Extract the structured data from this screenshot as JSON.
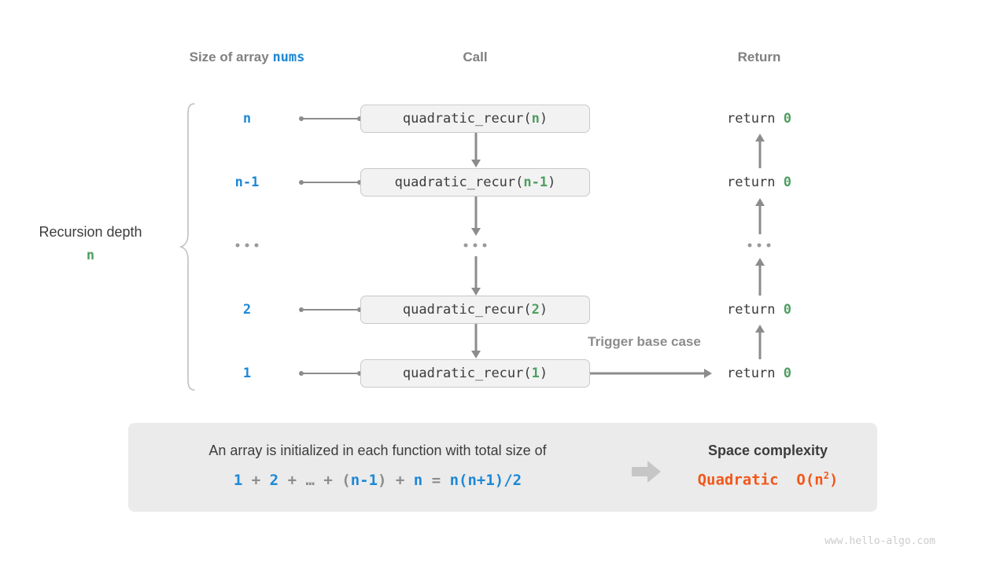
{
  "columns": {
    "size_prefix": "Size of array ",
    "size_var": "nums",
    "call": "Call",
    "return": "Return"
  },
  "depth": {
    "title": "Recursion depth",
    "value": "n"
  },
  "rows": [
    {
      "size": "n",
      "call_name": "quadratic_recur(",
      "call_arg": "n",
      "call_close": ")",
      "return_prefix": "return ",
      "return_value": "0"
    },
    {
      "size": "n-1",
      "call_name": "quadratic_recur(",
      "call_arg": "n-1",
      "call_close": ")",
      "return_prefix": "return ",
      "return_value": "0"
    },
    {
      "size": "...",
      "call_name": "...",
      "call_arg": "",
      "call_close": "",
      "return_prefix": "...",
      "return_value": ""
    },
    {
      "size": "2",
      "call_name": "quadratic_recur(",
      "call_arg": "2",
      "call_close": ")",
      "return_prefix": "return ",
      "return_value": "0"
    },
    {
      "size": "1",
      "call_name": "quadratic_recur(",
      "call_arg": "1",
      "call_close": ")",
      "return_prefix": "return ",
      "return_value": "0"
    }
  ],
  "trigger_note": "Trigger base case",
  "footer": {
    "description": "An array is initialized in each function with total size of",
    "formula": {
      "t1": "1",
      "op1": " + ",
      "t2": "2",
      "op2": " + ",
      "ell": "…",
      "op3": " + ",
      "paren_open": "(",
      "t3": "n-1",
      "paren_close": ")",
      "op4": " + ",
      "t4": "n",
      "eq": " = ",
      "result": "n(n+1)/2"
    },
    "space_complexity_title": "Space complexity",
    "space_complexity_name": "Quadratic  O(n",
    "space_complexity_exp": "2",
    "space_complexity_tail": ")"
  },
  "watermark": "www.hello-algo.com",
  "colors": {
    "blue": "#1e88d6",
    "green": "#4f9e61",
    "orange": "#f1581b",
    "gray": "#8c8c8c",
    "panel": "#ebebeb",
    "box_fill": "#f2f2f2"
  }
}
